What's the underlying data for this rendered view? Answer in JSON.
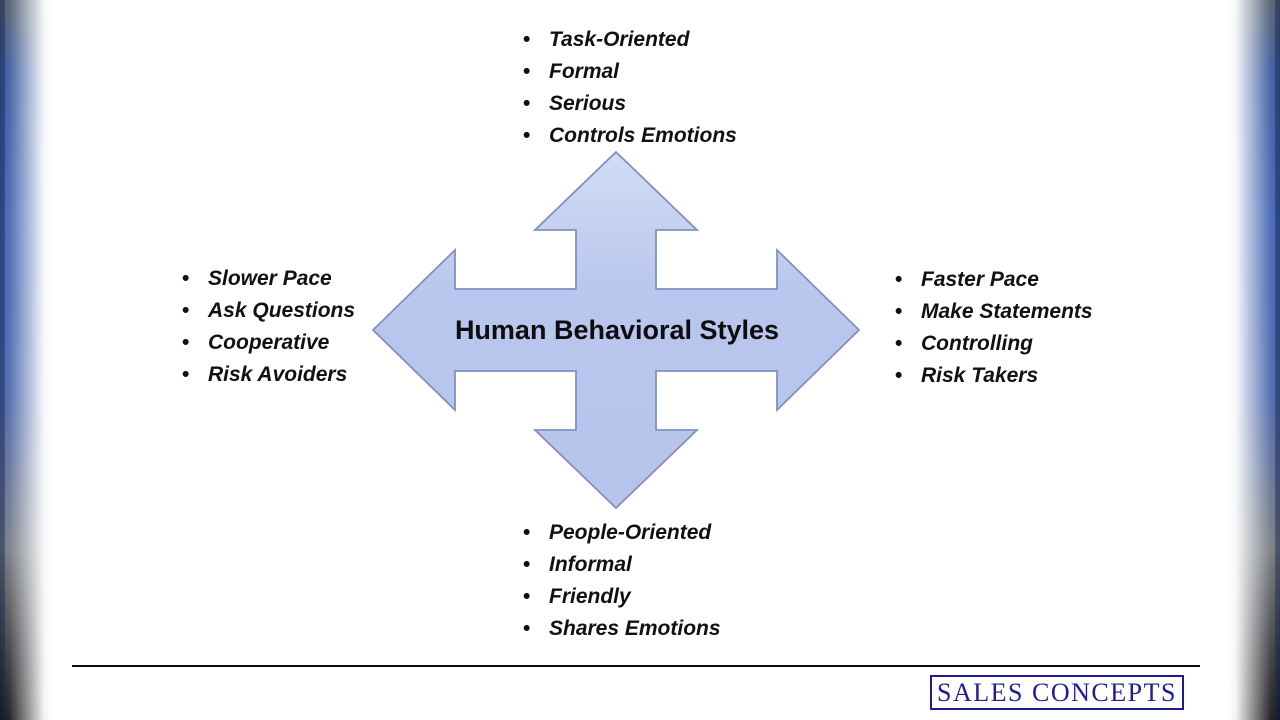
{
  "slide": {
    "title": "Human Behavioral Styles",
    "quadrants": {
      "top": {
        "items": [
          "Task-Oriented",
          "Formal",
          "Serious",
          "Controls Emotions"
        ]
      },
      "left": {
        "items": [
          "Slower Pace",
          "Ask Questions",
          "Cooperative",
          "Risk Avoiders"
        ]
      },
      "right": {
        "items": [
          "Faster Pace",
          "Make Statements",
          "Controlling",
          "Risk Takers"
        ]
      },
      "bottom": {
        "items": [
          "People-Oriented",
          "Informal",
          "Friendly",
          "Shares Emotions"
        ]
      }
    },
    "footer": {
      "logo_text": "SALES CONCEPTS"
    },
    "icons": {
      "quad_arrow": "four-direction-arrow"
    },
    "colors": {
      "arrow_fill_top": "#d3dcf4",
      "arrow_fill_bottom": "#b6c4ec",
      "arrow_border": "#8090c0",
      "edge_blue": "#4163b1",
      "edge_dark": "#141518",
      "logo_navy": "#1e1e90",
      "text_black": "#111111"
    }
  }
}
